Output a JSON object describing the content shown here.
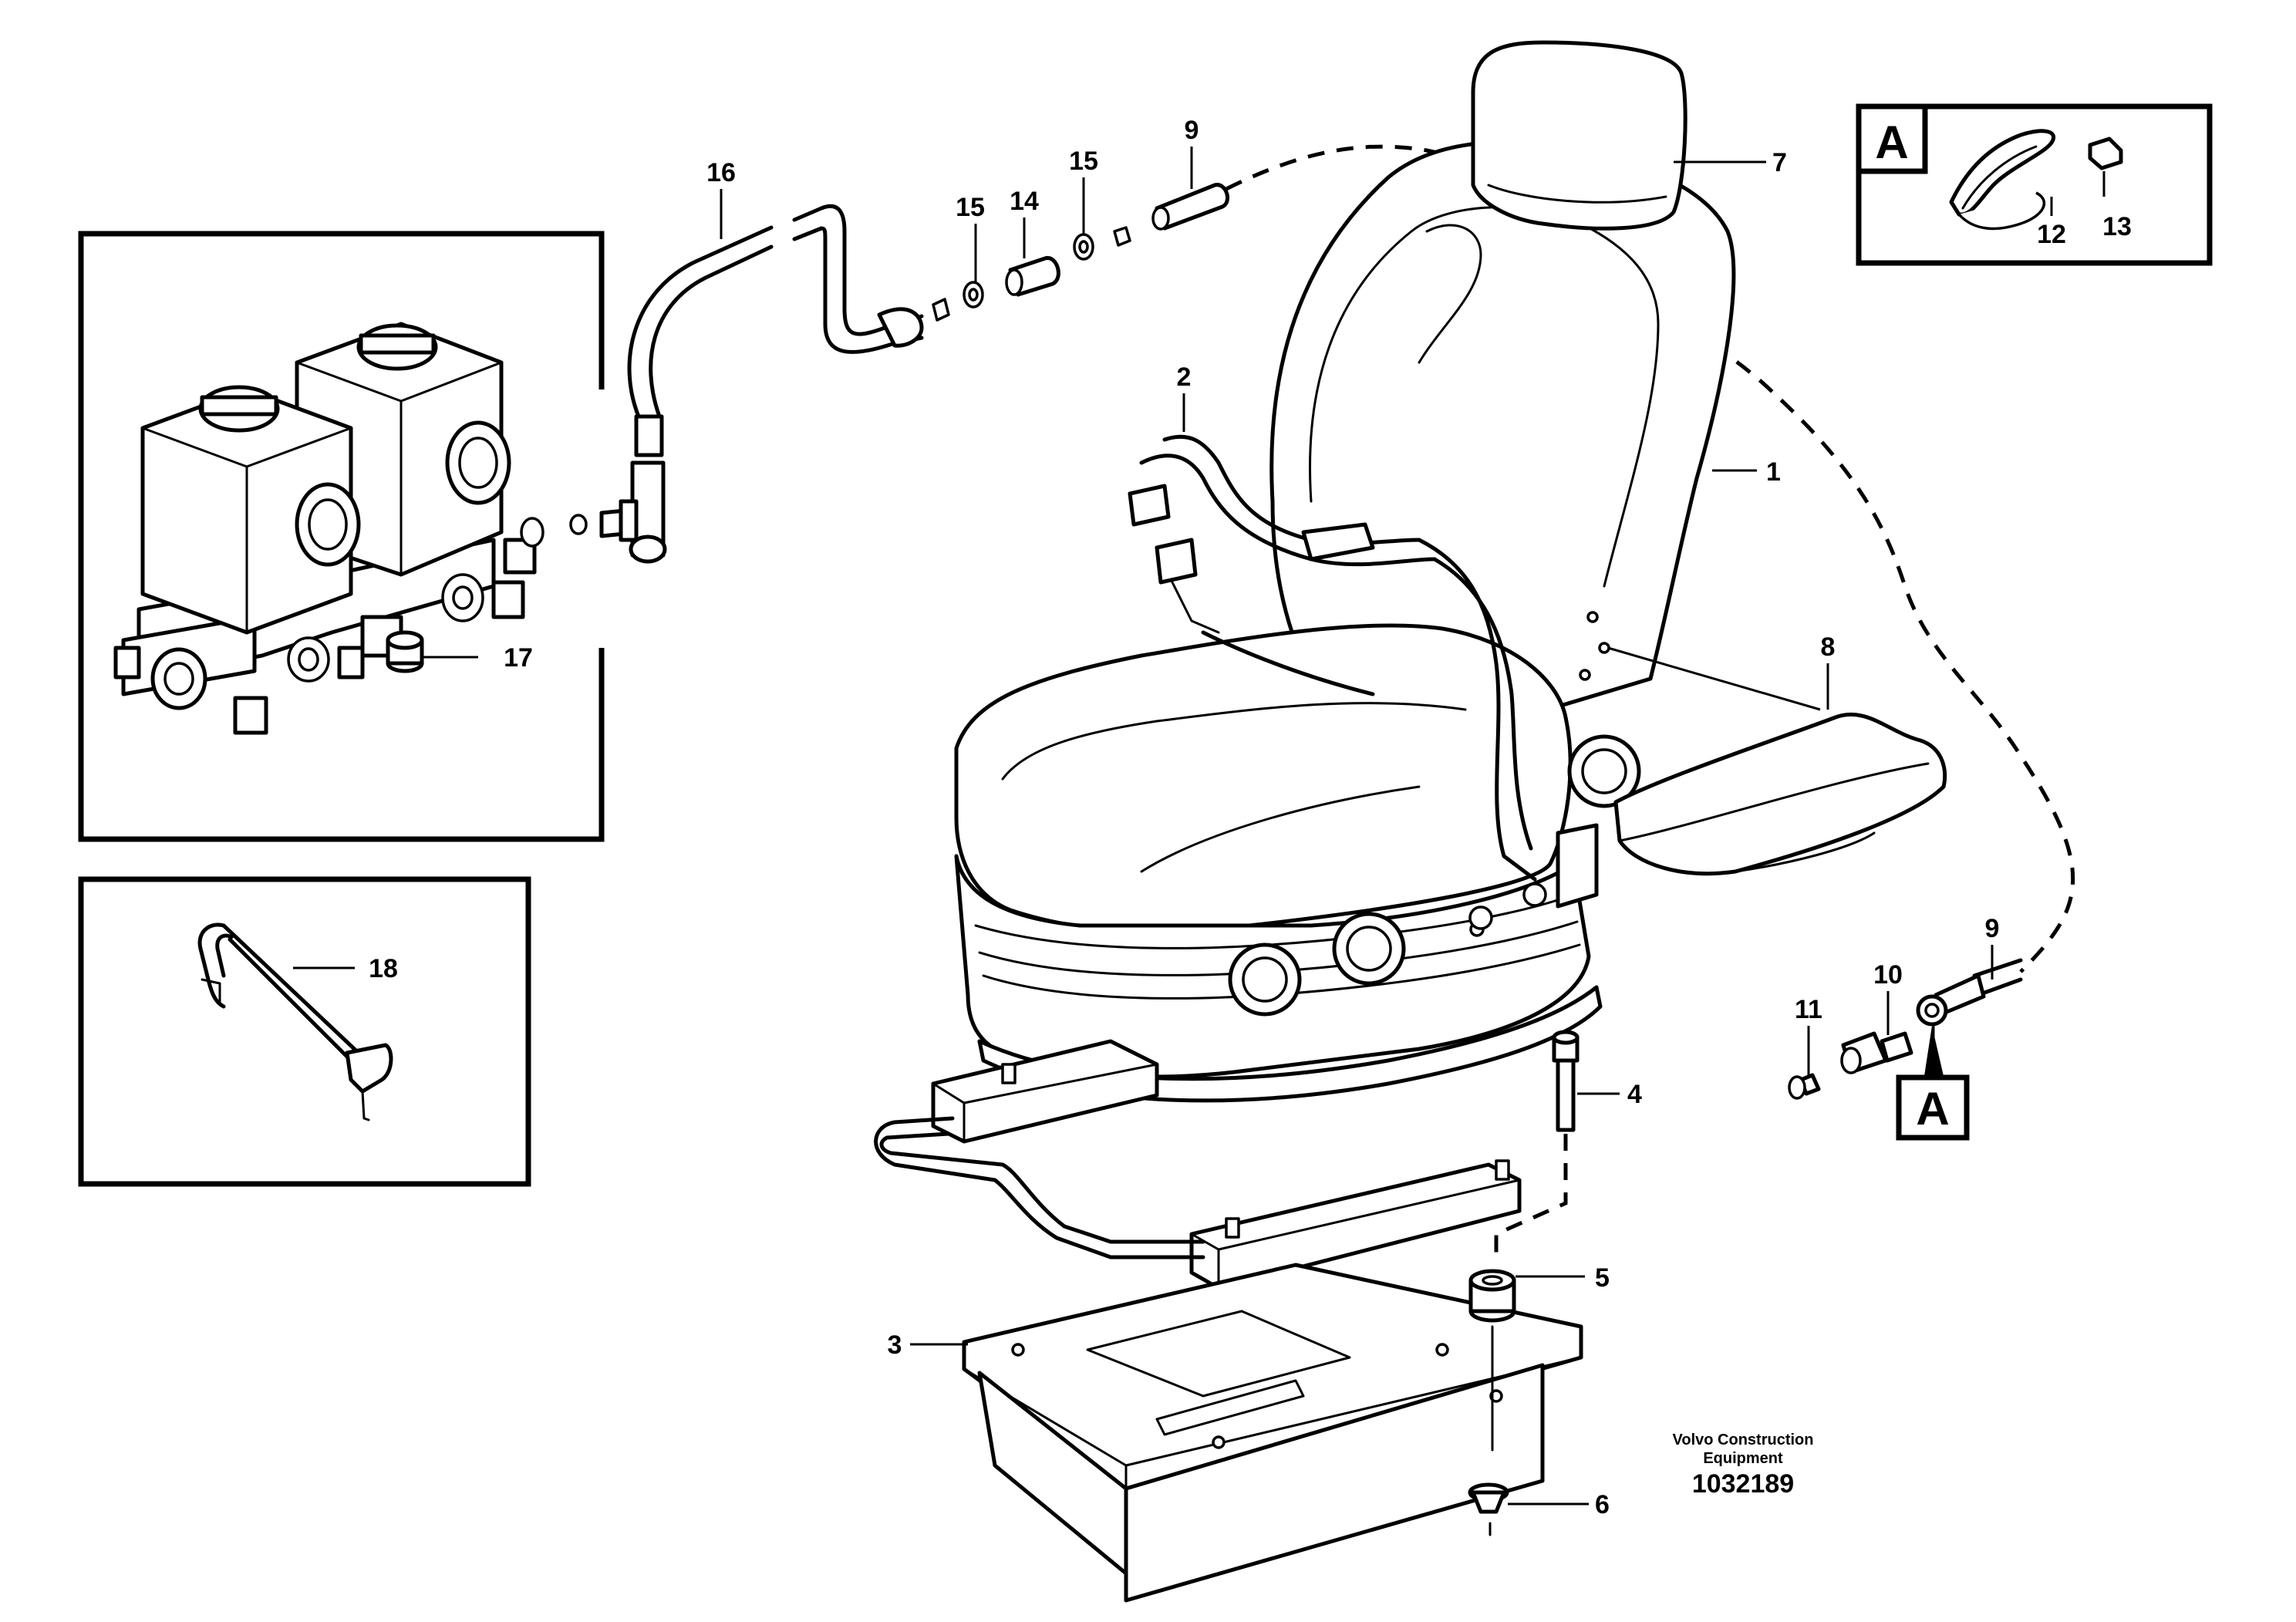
{
  "callouts": {
    "c1": "1",
    "c2": "2",
    "c3": "3",
    "c4": "4",
    "c5": "5",
    "c6": "6",
    "c7": "7",
    "c8": "8",
    "c9a": "9",
    "c9b": "9",
    "c10": "10",
    "c11": "11",
    "c12": "12",
    "c13": "13",
    "c14": "14",
    "c15a": "15",
    "c15b": "15",
    "c16": "16",
    "c17": "17",
    "c18": "18"
  },
  "detail_ref": {
    "box_letter": "A",
    "tag_letter": "A"
  },
  "credit": {
    "line1": "Volvo Construction",
    "line2": "Equipment"
  },
  "drawing_number": "1032189"
}
